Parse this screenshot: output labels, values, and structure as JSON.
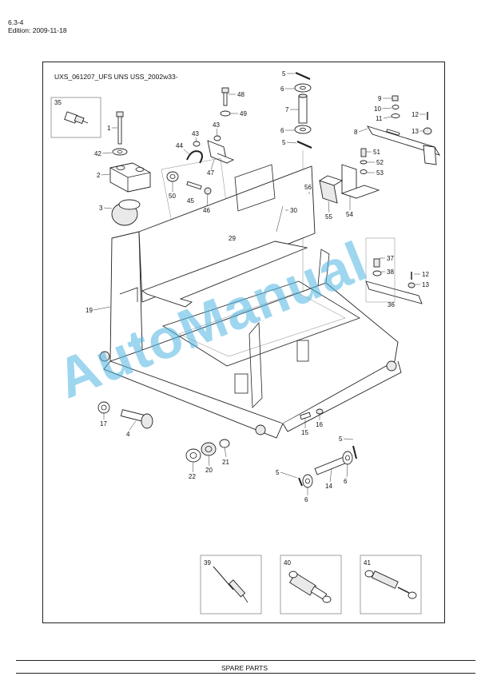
{
  "header": {
    "page_number": "6.3-4",
    "edition": "Edition: 2009-11-18"
  },
  "drawing": {
    "code": "UXS_061207_UFS UNS USS_2002w33-",
    "callouts": [
      "1",
      "2",
      "3",
      "4",
      "5",
      "6",
      "7",
      "8",
      "9",
      "10",
      "11",
      "12",
      "13",
      "14",
      "15",
      "16",
      "17",
      "19",
      "20",
      "21",
      "22",
      "29",
      "30",
      "35",
      "36",
      "37",
      "38",
      "39",
      "40",
      "41",
      "42",
      "43",
      "44",
      "45",
      "46",
      "47",
      "48",
      "49",
      "50",
      "51",
      "52",
      "53",
      "54",
      "55",
      "56"
    ]
  },
  "watermark": "AutoManual",
  "footer": {
    "label": "SPARE PARTS"
  }
}
